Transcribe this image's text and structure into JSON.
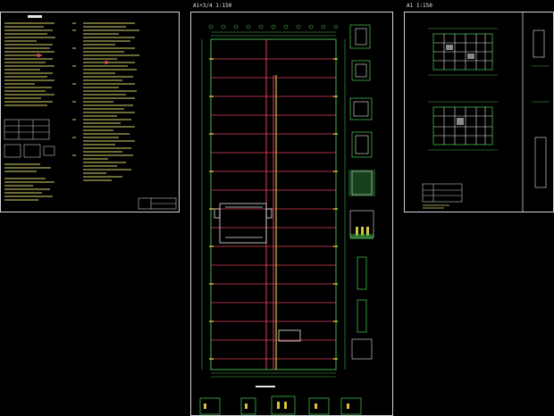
{
  "app": {
    "title": "",
    "background": "#000000"
  },
  "sheets": [
    {
      "id": "notes-sheet",
      "title": ""
    },
    {
      "id": "foundation-plan-sheet",
      "title": "A1+3/4  1:150"
    },
    {
      "id": "floor-plans-sheet",
      "title": "A1  1:150"
    }
  ],
  "colors": {
    "frame": "#cfd4d8",
    "grid_green": "#3fb94a",
    "grid_red": "#e0405a",
    "column_yellow": "#d9c43a",
    "text_white": "#e6e6e6",
    "text_yellow": "#e6e04a"
  },
  "icons": {
    "title_block": "title-block-icon"
  }
}
